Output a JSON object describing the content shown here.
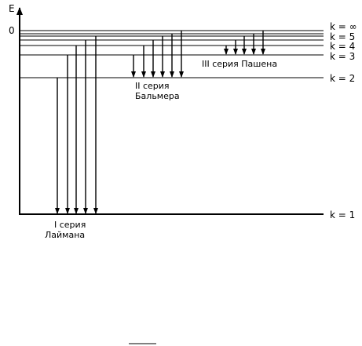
{
  "axis": {
    "label": "E",
    "zero_label": "0"
  },
  "levels": [
    {
      "k": "1",
      "label": "k = 1"
    },
    {
      "k": "2",
      "label": "k = 2"
    },
    {
      "k": "3",
      "label": "k = 3"
    },
    {
      "k": "4",
      "label": "k = 4"
    },
    {
      "k": "5",
      "label": "k = 5"
    },
    {
      "k": "6"
    },
    {
      "k": "7"
    },
    {
      "k": "inf",
      "label": "k = ∞"
    }
  ],
  "series": [
    {
      "id": "lyman",
      "name_lines": [
        "I  серия",
        "Лаймана"
      ],
      "target_level": "1",
      "source_levels": [
        "2",
        "3",
        "4",
        "5",
        "6"
      ]
    },
    {
      "id": "balmer",
      "name_lines": [
        "II  серия",
        "Бальмера"
      ],
      "target_level": "2",
      "source_levels": [
        "3",
        "4",
        "5",
        "6",
        "inf"
      ]
    },
    {
      "id": "paschen",
      "name_lines": [
        "III серия  Пашена"
      ],
      "target_level": "3",
      "source_levels": [
        "4",
        "5",
        "6",
        "7",
        "inf"
      ]
    }
  ]
}
